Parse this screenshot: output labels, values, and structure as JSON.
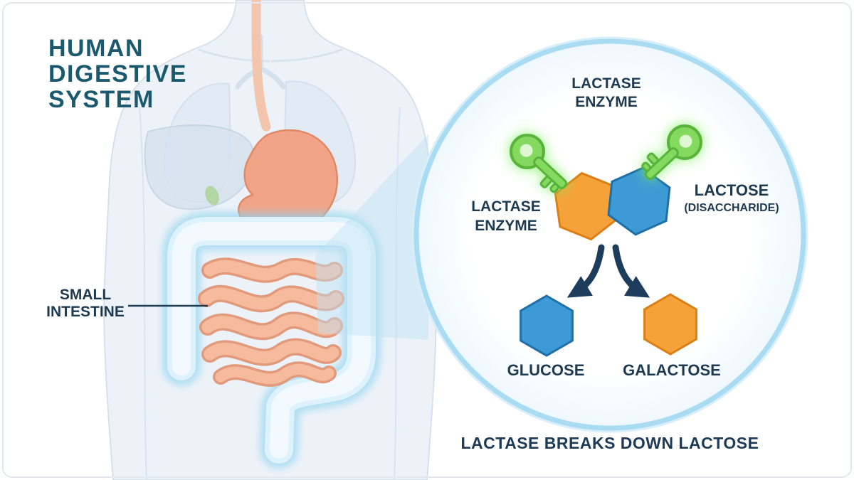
{
  "header": {
    "title_line1": "HUMAN",
    "title_line2": "DIGESTIVE",
    "title_line3": "SYSTEM"
  },
  "anatomy": {
    "small_intestine_line1": "SMALL",
    "small_intestine_line2": "INTESTINE"
  },
  "magnifier": {
    "lactase_enzyme_top_line1": "LACTASE",
    "lactase_enzyme_top_line2": "ENZYME",
    "lactase_enzyme_left_line1": "LACTASE",
    "lactase_enzyme_left_line2": "ENZYME",
    "lactose_name": "LACTOSE",
    "lactose_qualifier": "(DISACCHARIDE)",
    "glucose_label": "GLUCOSE",
    "galactose_label": "GALACTOSE"
  },
  "caption": "LACTASE BREAKS DOWN LACTOSE",
  "icons": {
    "lactase_enzyme": "key-icon",
    "glucose_unit": "blue-hexagon-icon",
    "galactose_unit": "orange-hexagon-icon"
  },
  "colors": {
    "title_teal": "#1b5a6e",
    "label_navy": "#1d3a50",
    "arrow_navy": "#1e3d5c",
    "key_green": "#84d95e",
    "glucose_blue": "#3d9ad5",
    "galactose_orange": "#f6a23a",
    "lens_border_blue": "#a9dcf2",
    "intestine_peach": "#f6bb9d",
    "colon_glow_blue": "#8fd4f0"
  }
}
